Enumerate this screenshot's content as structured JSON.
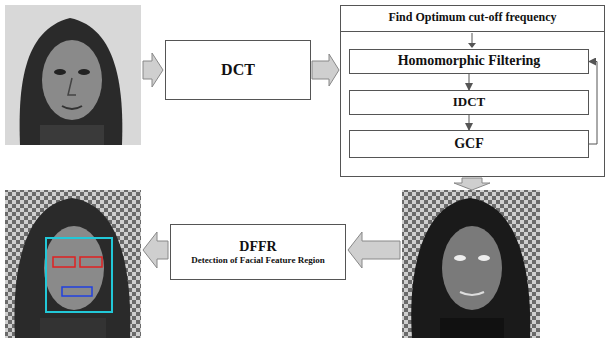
{
  "diagram": {
    "nodes": [
      {
        "text": [
          "DCT"
        ]
      },
      {
        "text": [
          "Find Optimum cut-off frequency"
        ]
      },
      {
        "text": [
          "Homomorphic Filtering"
        ],
        "in": 1
      },
      {
        "text": [
          "IDCT"
        ],
        "in": 1
      },
      {
        "text": [
          "GCF"
        ],
        "in": 1
      },
      {
        "text": [
          "DFFR",
          "Detection of Facial Feature Region"
        ]
      }
    ],
    "edges": [
      {
        "from": 0,
        "to": 1,
        "arrow": "to"
      },
      {
        "from": 2,
        "to": 3,
        "arrow": "to"
      },
      {
        "from": 3,
        "to": 4,
        "arrow": "to"
      },
      {
        "from": 4,
        "to": 2,
        "arrow": "to"
      }
    ]
  }
}
